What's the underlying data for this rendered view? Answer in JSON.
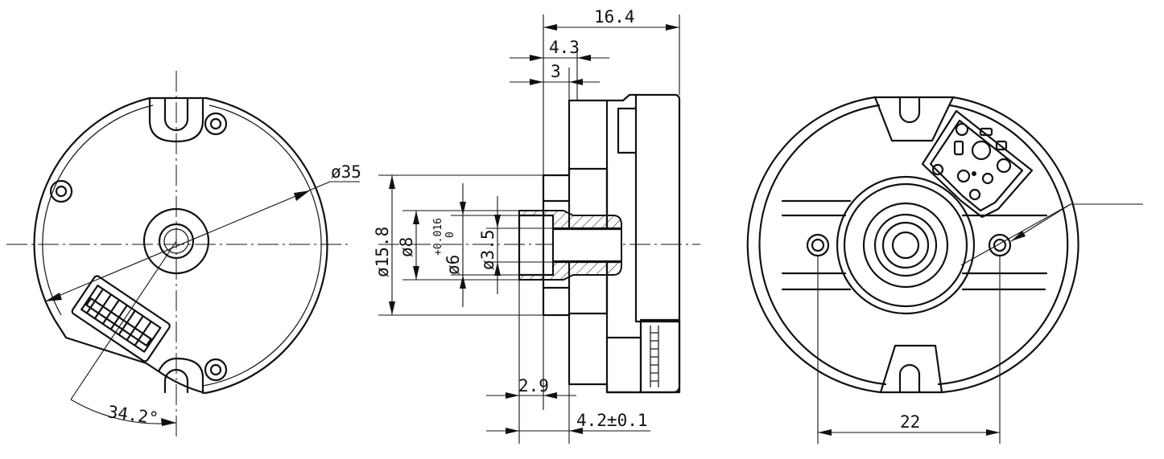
{
  "dimensions": {
    "outer_diameter": "ø35",
    "connector_angle": "34.2°",
    "overall_length": "16.4",
    "flange_offset": "4.3",
    "hub_offset": "3",
    "hub_diameter": "ø15.8",
    "bore_outer": "ø8",
    "bore_fit": "ø6",
    "bore_tol_upper": "+0.016",
    "bore_tol_lower": "0",
    "shaft_bore": "ø3.5",
    "shaft_length": "2.9",
    "mount_depth": "4.2±0.1",
    "hole_spacing": "22"
  },
  "colors": {
    "line": "#111111",
    "background": "#ffffff"
  }
}
